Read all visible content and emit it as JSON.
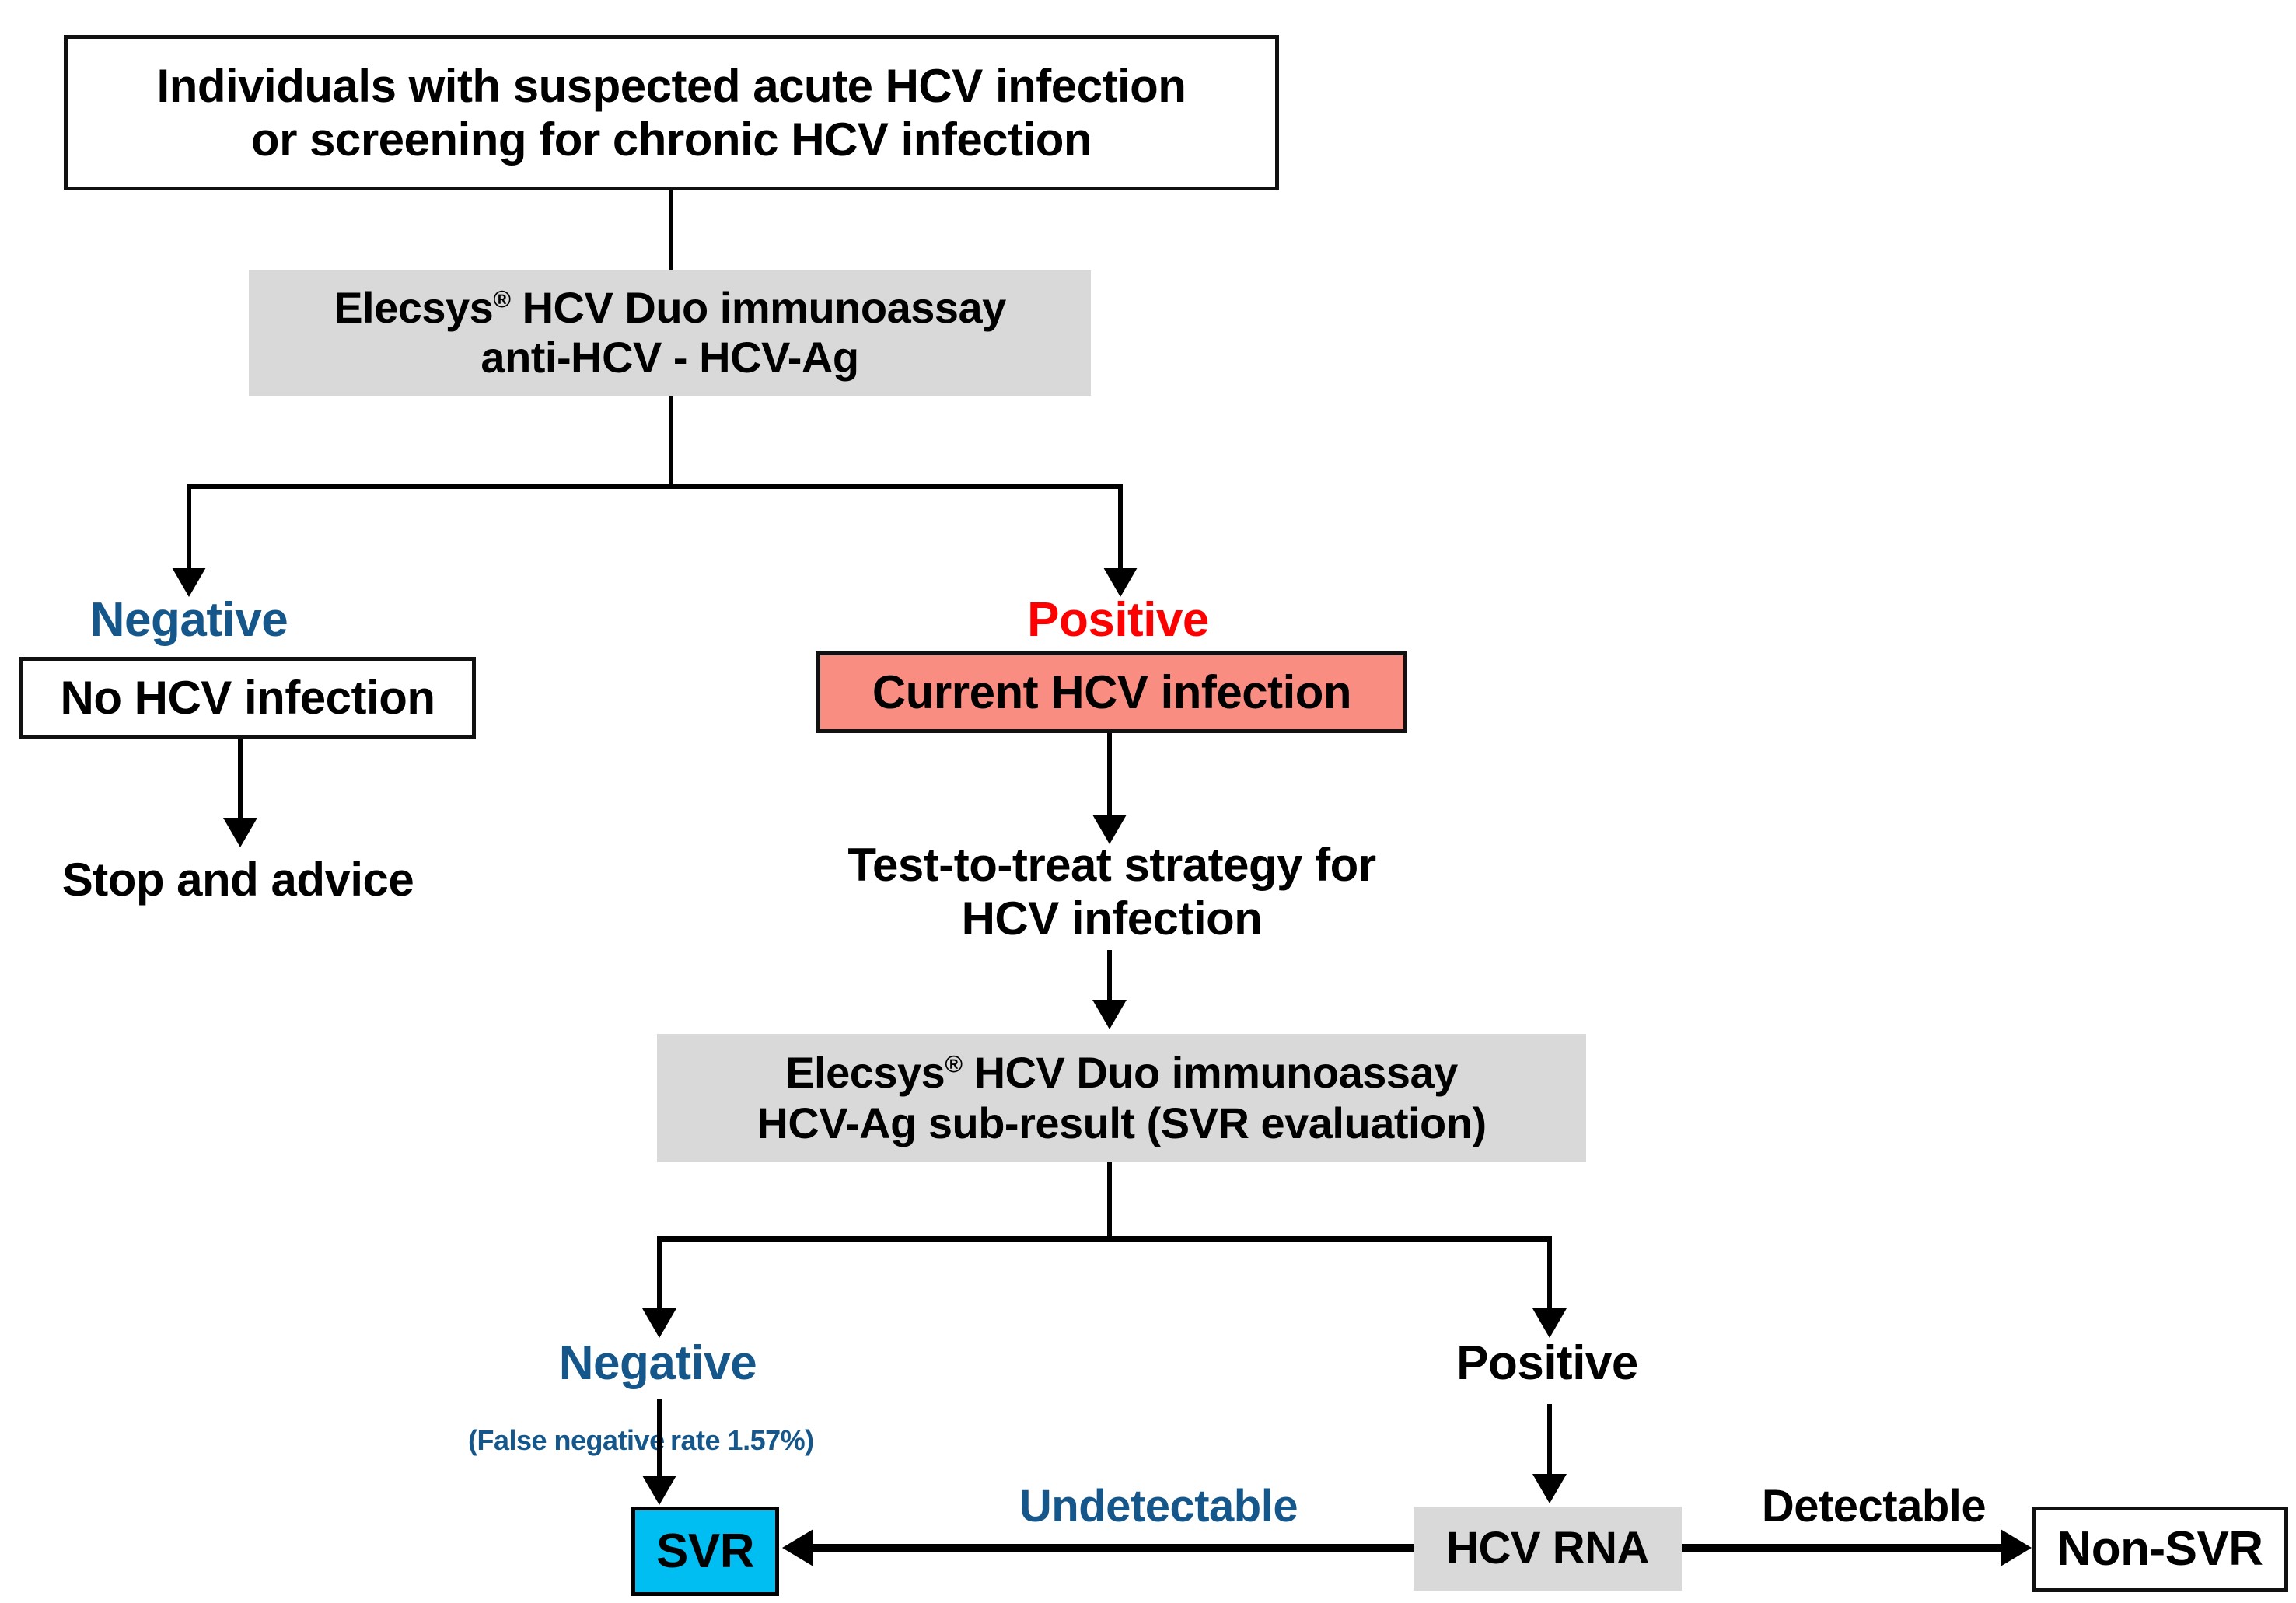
{
  "diagram": {
    "title": "HCV Duo immunoassay testing algorithm flowchart",
    "colors": {
      "blue": "#15578a",
      "red_text": "#ff0000",
      "red_fill": "#fa8d82",
      "gray_fill": "#d9d9d9",
      "cyan_fill": "#00bdf2",
      "stroke": "#000000"
    }
  },
  "nodes": {
    "start": {
      "line1": "Individuals with suspected acute HCV infection",
      "line2": "or screening for chronic HCV infection"
    },
    "assay1": {
      "line1_pre": "Elecsys",
      "line1_sup": "®",
      "line1_post": " HCV Duo immunoassay",
      "line2": "anti-HCV - HCV-Ag"
    },
    "negative_label": "Negative",
    "no_infection": "No HCV infection",
    "stop_advice": "Stop and advice",
    "positive_label": "Positive",
    "current_infection": "Current HCV infection",
    "test_to_treat": {
      "line1": "Test-to-treat strategy",
      "line2": "for HCV infection"
    },
    "assay2": {
      "line1_pre": "Elecsys",
      "line1_sup": "®",
      "line1_post": " HCV Duo immunoassay",
      "line2": "HCV-Ag sub-result (SVR evaluation)"
    },
    "negative2_label": "Negative",
    "false_negative_left": "(False negative",
    "false_negative_right": "rate 1.57%)",
    "positive2_label": "Positive",
    "svr": "SVR",
    "hcv_rna": "HCV RNA",
    "non_svr": "Non-SVR",
    "undetectable": "Undetectable",
    "detectable": "Detectable"
  }
}
